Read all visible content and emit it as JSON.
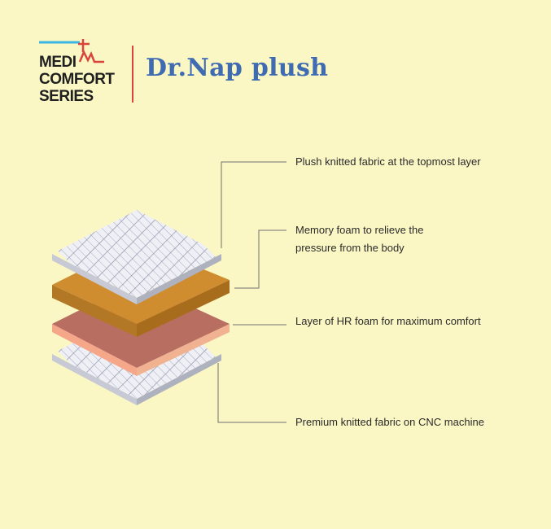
{
  "brand": {
    "line1": "MEDI",
    "line2": "COMFORT",
    "line3": "SERIES",
    "accent_red": "#d9453a",
    "accent_blue": "#3ab7e5"
  },
  "product": {
    "title": "Dr.Nap  plush",
    "title_color": "#3f6bb3"
  },
  "layers": [
    {
      "label": "Plush knitted fabric at the topmost layer"
    },
    {
      "label_line1": "Memory foam to relieve the",
      "label_line2": "pressure from the body"
    },
    {
      "label": "Layer of HR foam for maximum comfort"
    },
    {
      "label": "Premium knitted fabric on CNC machine"
    }
  ],
  "colors": {
    "background": "#fbf7c4",
    "memory_foam": "#cf8d2f",
    "hr_foam_top": "#b86e60",
    "hr_foam_side": "#f6a689",
    "fabric": "#eef0f6",
    "grid": "#8e93a8"
  }
}
